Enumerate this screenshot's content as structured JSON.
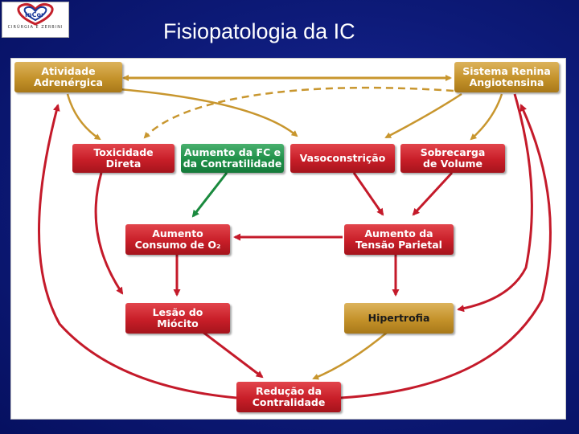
{
  "header": {
    "logo_mark": "InCor",
    "logo_text": "CIRÚRGIA E ZERBINI",
    "title": "Fisiopatologia da IC"
  },
  "diagram": {
    "nodes": {
      "adrenergic": "Atividade\nAdrenérgica",
      "renin": "Sistema Renina\nAngiotensina",
      "toxicity": "Toxicidade\nDireta",
      "hr_contractility": "Aumento da FC e\nda Contratilidade",
      "vasoconstriction": "Vasoconstrição",
      "volume": "Sobrecarga\nde Volume",
      "o2": "Aumento\nConsumo de O₂",
      "wall_tension": "Aumento da\nTensão Parietal",
      "myocyte": "Lesão do\nMiócito",
      "hypertrophy": "Hipertrofia",
      "contractility": "Redução da\nContralidade"
    },
    "colors": {
      "red": "#c81e28",
      "gold": "#c4922a",
      "green": "#1f8f48",
      "red_arrow": "#c41a2a",
      "gold_arrow": "#c8962e",
      "green_arrow": "#1a8a3e"
    }
  }
}
